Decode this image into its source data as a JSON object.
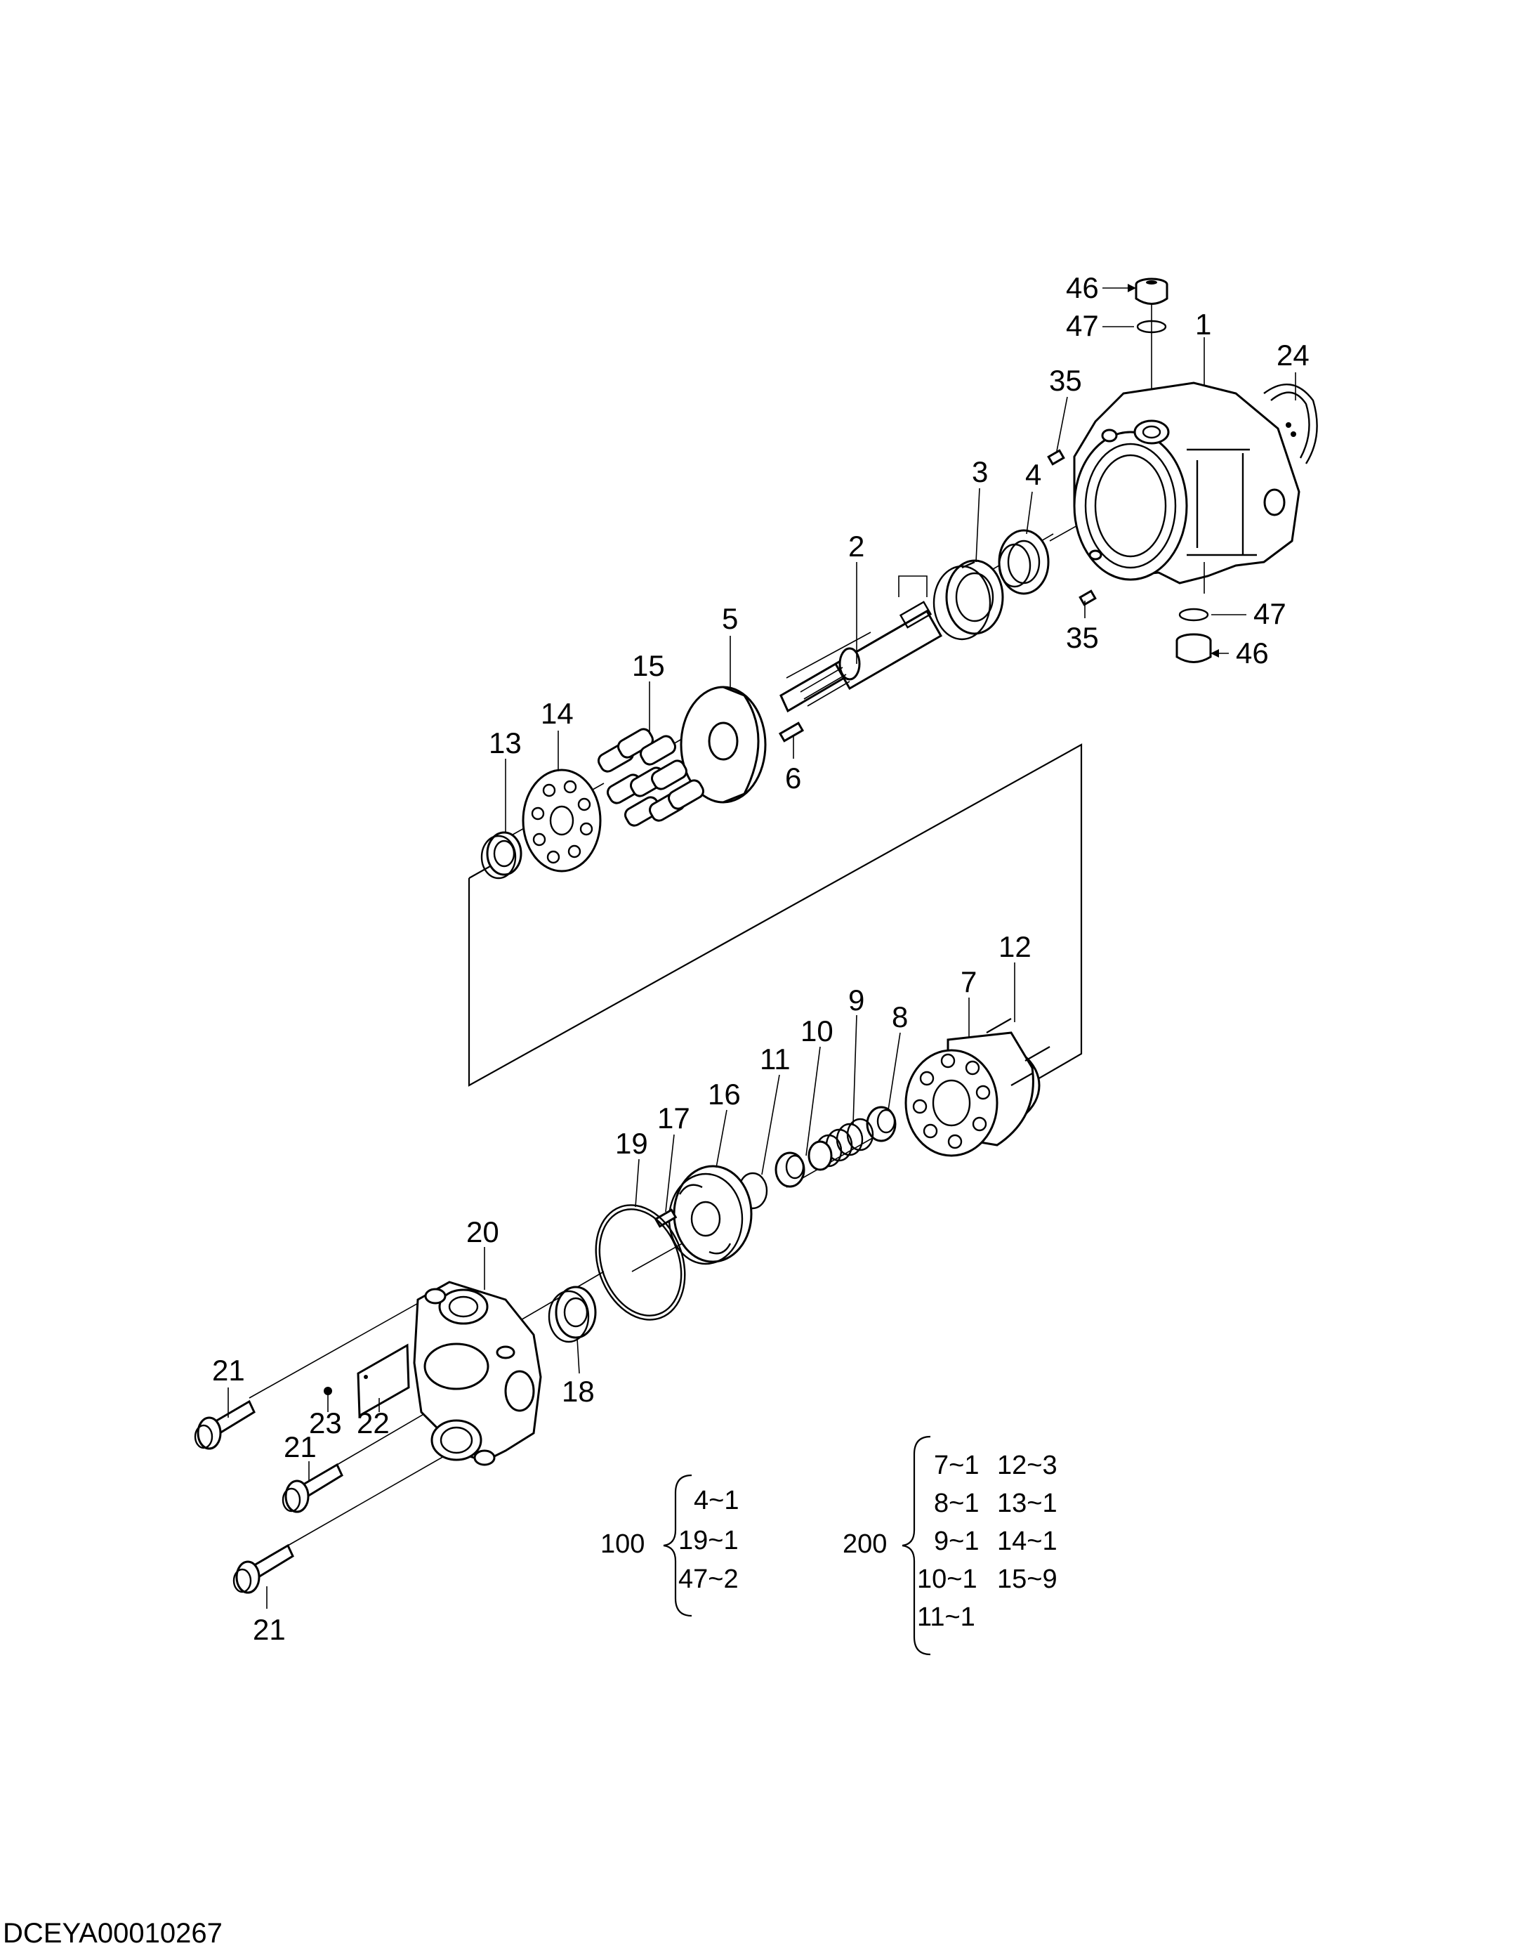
{
  "labels": {
    "p1": "1",
    "p2": "2",
    "p3": "3",
    "p4": "4",
    "p5": "5",
    "p6": "6",
    "p7": "7",
    "p8": "8",
    "p9": "9",
    "p10": "10",
    "p11": "11",
    "p12": "12",
    "p13": "13",
    "p14": "14",
    "p15": "15",
    "p16": "16",
    "p17": "17",
    "p18": "18",
    "p19": "19",
    "p20": "20",
    "p21a": "21",
    "p21b": "21",
    "p21c": "21",
    "p22": "22",
    "p23": "23",
    "p24": "24",
    "p35a": "35",
    "p35b": "35",
    "p46a": "46",
    "p46b": "46",
    "p47a": "47",
    "p47b": "47"
  },
  "kits": {
    "kit100": {
      "id": "100",
      "items": [
        "4~1",
        "19~1",
        "47~2"
      ]
    },
    "kit200": {
      "id": "200",
      "col1": [
        "7~1",
        "8~1",
        "9~1",
        "10~1",
        "11~1"
      ],
      "col2": [
        "12~3",
        "13~1",
        "14~1",
        "15~9"
      ]
    }
  },
  "drawing_code": "DCEYA00010267"
}
